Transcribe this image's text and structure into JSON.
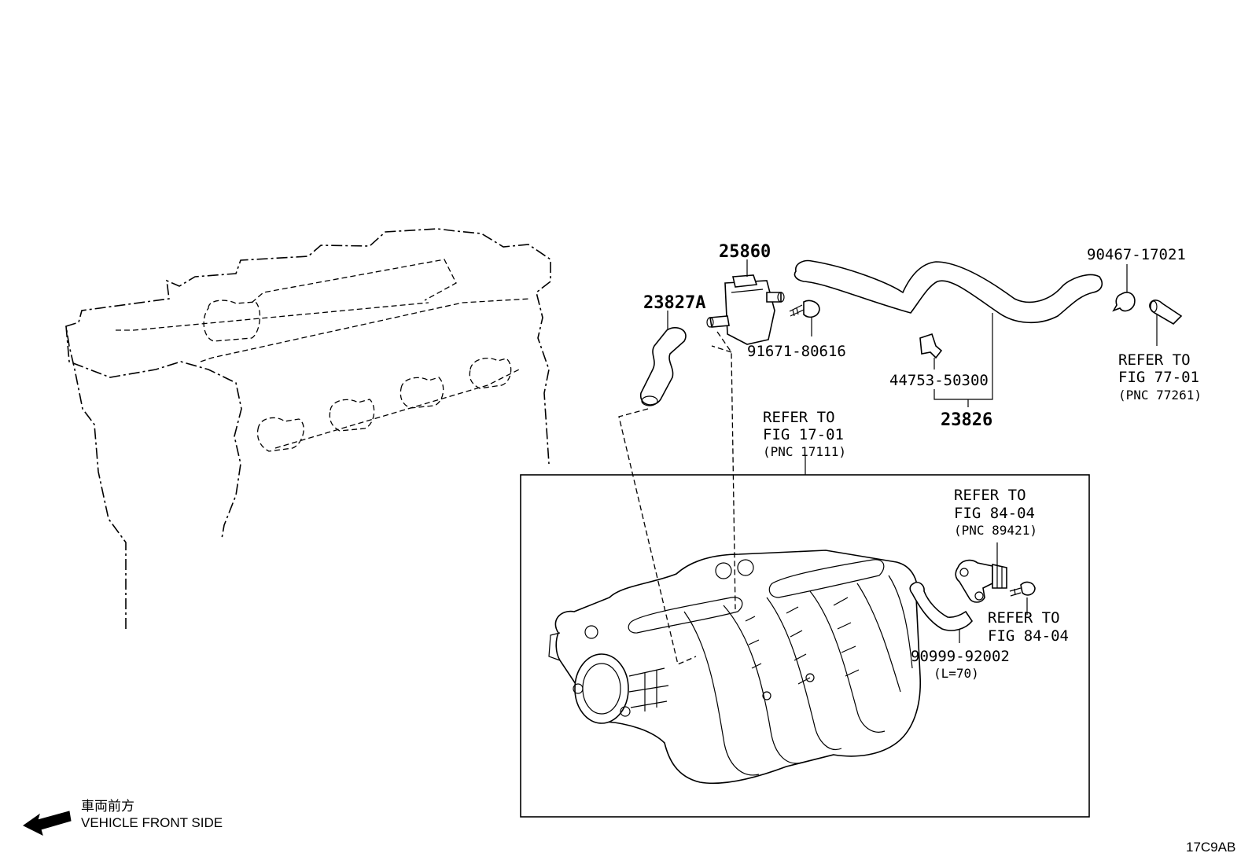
{
  "labels": {
    "p25860": "25860",
    "p23827a": "23827A",
    "p91671": "91671-80616",
    "p44753": "44753-50300",
    "p23826": "23826",
    "p90467": "90467-17021",
    "ref77_1": "REFER TO",
    "ref77_2": "FIG 77-01",
    "ref77_3": "(PNC 77261)",
    "ref17_1": "REFER TO",
    "ref17_2": "FIG 17-01",
    "ref17_3": "(PNC 17111)",
    "ref84a_1": "REFER TO",
    "ref84a_2": "FIG 84-04",
    "ref84a_3": "(PNC 89421)",
    "ref84b_1": "REFER TO",
    "ref84b_2": "FIG 84-04",
    "p90999": "90999-92002",
    "p90999_len": "(L=70)",
    "front_jp": "車両前方",
    "front_en": "VEHICLE FRONT SIDE",
    "figure_code": "17C9AB"
  },
  "icons": {
    "front_arrow": "arrow-left-icon"
  }
}
